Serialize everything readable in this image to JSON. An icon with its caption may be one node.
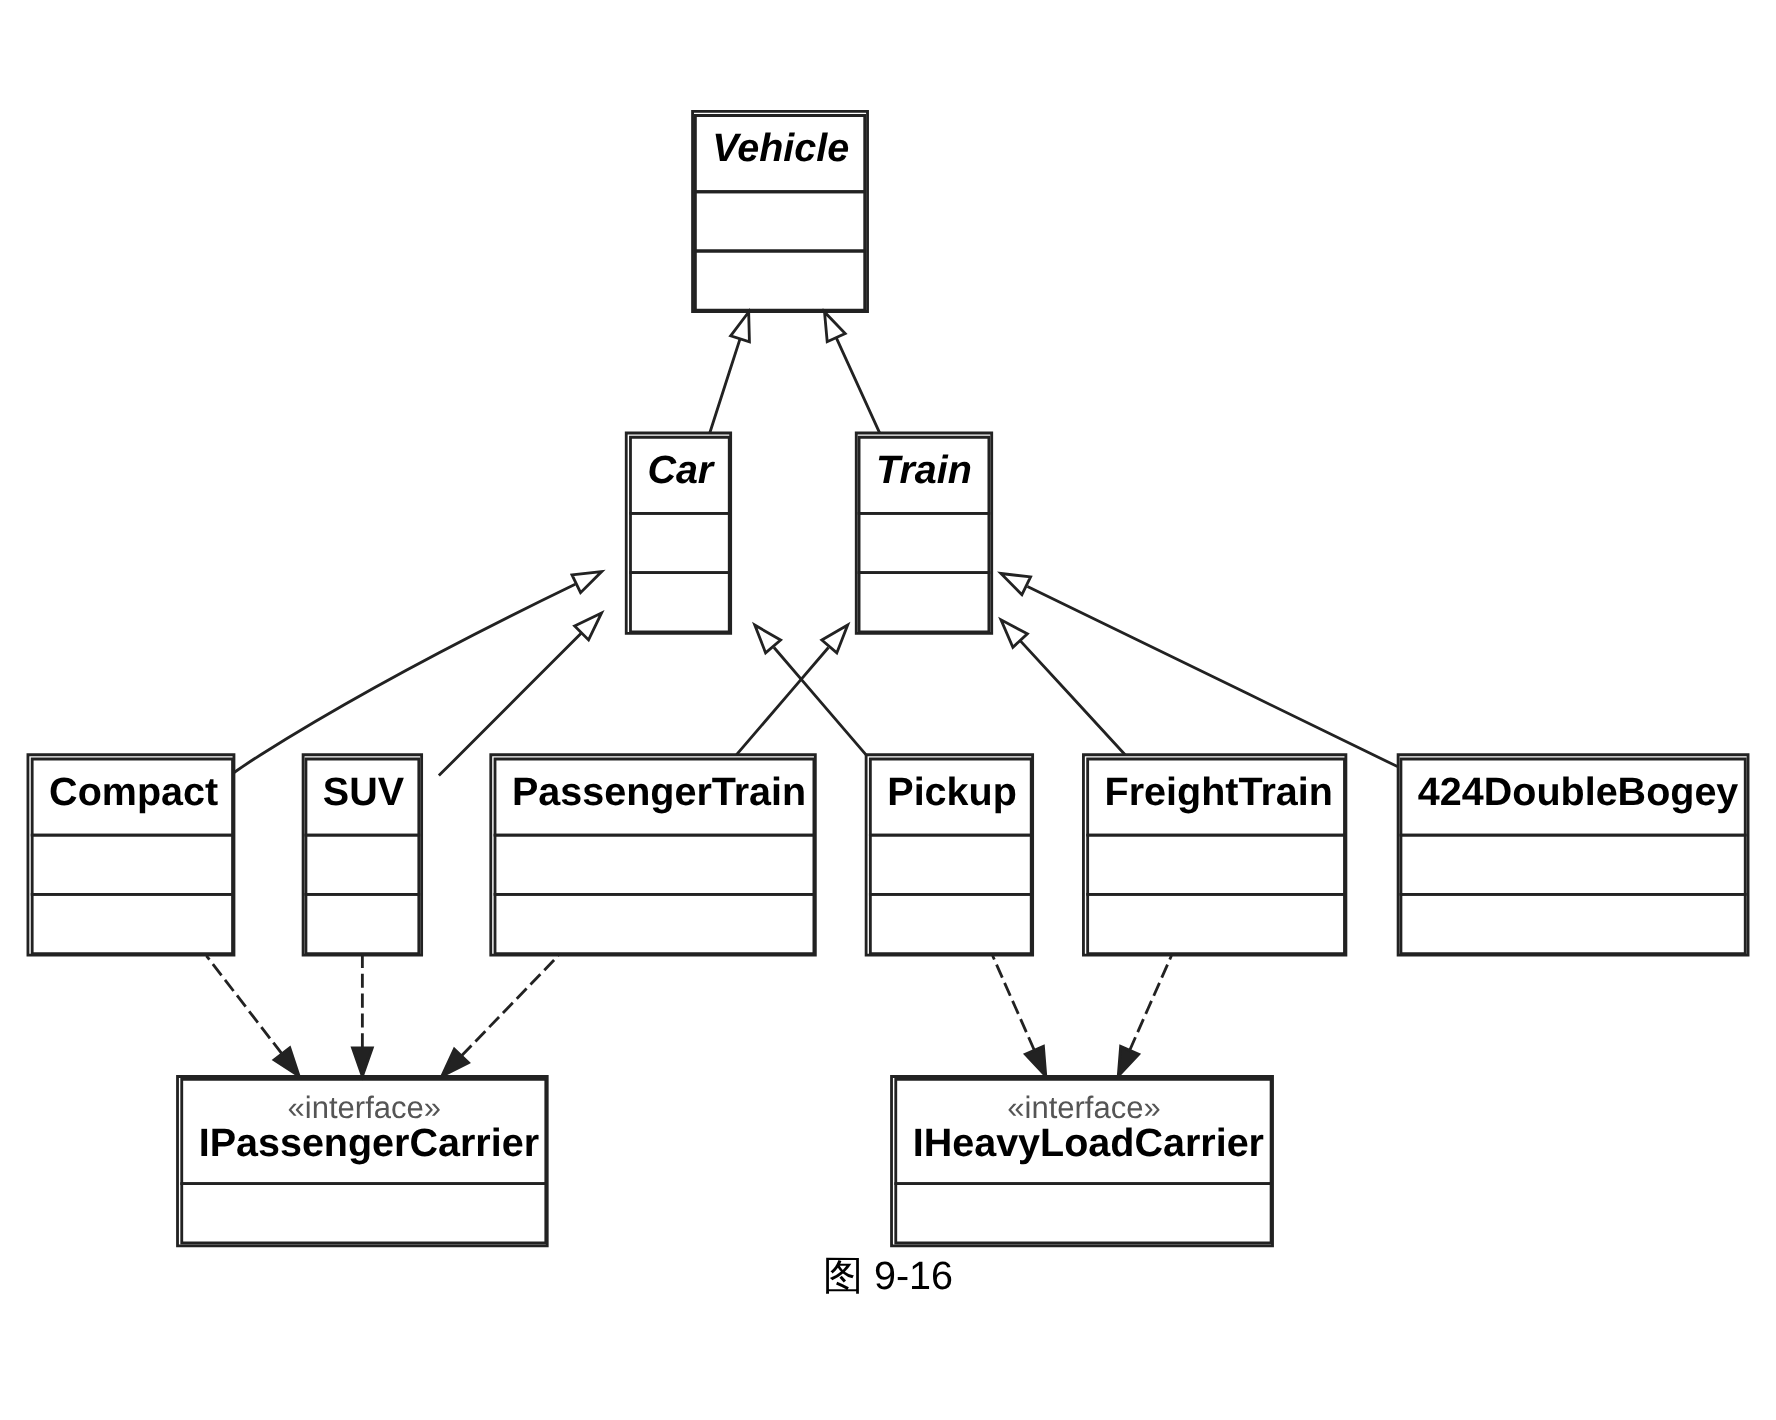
{
  "diagram": {
    "caption": "图 9-16",
    "nodes": [
      {
        "text": [
          "Vehicle"
        ]
      },
      {
        "text": [
          "Car"
        ]
      },
      {
        "text": [
          "Train"
        ]
      },
      {
        "text": [
          "Compact"
        ]
      },
      {
        "text": [
          "SUV"
        ]
      },
      {
        "text": [
          "Pickup"
        ]
      },
      {
        "text": [
          "PassengerTrain"
        ]
      },
      {
        "text": [
          "FreightTrain"
        ]
      },
      {
        "text": [
          "424DoubleBogey"
        ]
      },
      {
        "text": [
          "«interface»",
          "IPassengerCarrier"
        ]
      },
      {
        "text": [
          "«interface»",
          "IHeavyLoadCarrier"
        ]
      }
    ],
    "edges": [
      {
        "from": 1,
        "to": 0,
        "arrow": "to"
      },
      {
        "from": 2,
        "to": 0,
        "arrow": "to"
      },
      {
        "from": 3,
        "to": 1,
        "arrow": "to"
      },
      {
        "from": 4,
        "to": 1,
        "arrow": "to"
      },
      {
        "from": 5,
        "to": 1,
        "arrow": "to"
      },
      {
        "from": 6,
        "to": 2,
        "arrow": "to"
      },
      {
        "from": 7,
        "to": 2,
        "arrow": "to"
      },
      {
        "from": 8,
        "to": 2,
        "arrow": "to"
      },
      {
        "from": 3,
        "to": 9,
        "arrow": "to",
        "style": "dashed"
      },
      {
        "from": 4,
        "to": 9,
        "arrow": "to",
        "style": "dashed"
      },
      {
        "from": 6,
        "to": 9,
        "arrow": "to",
        "style": "dashed"
      },
      {
        "from": 5,
        "to": 10,
        "arrow": "to",
        "style": "dashed"
      },
      {
        "from": 7,
        "to": 10,
        "arrow": "to",
        "style": "dashed"
      }
    ]
  }
}
